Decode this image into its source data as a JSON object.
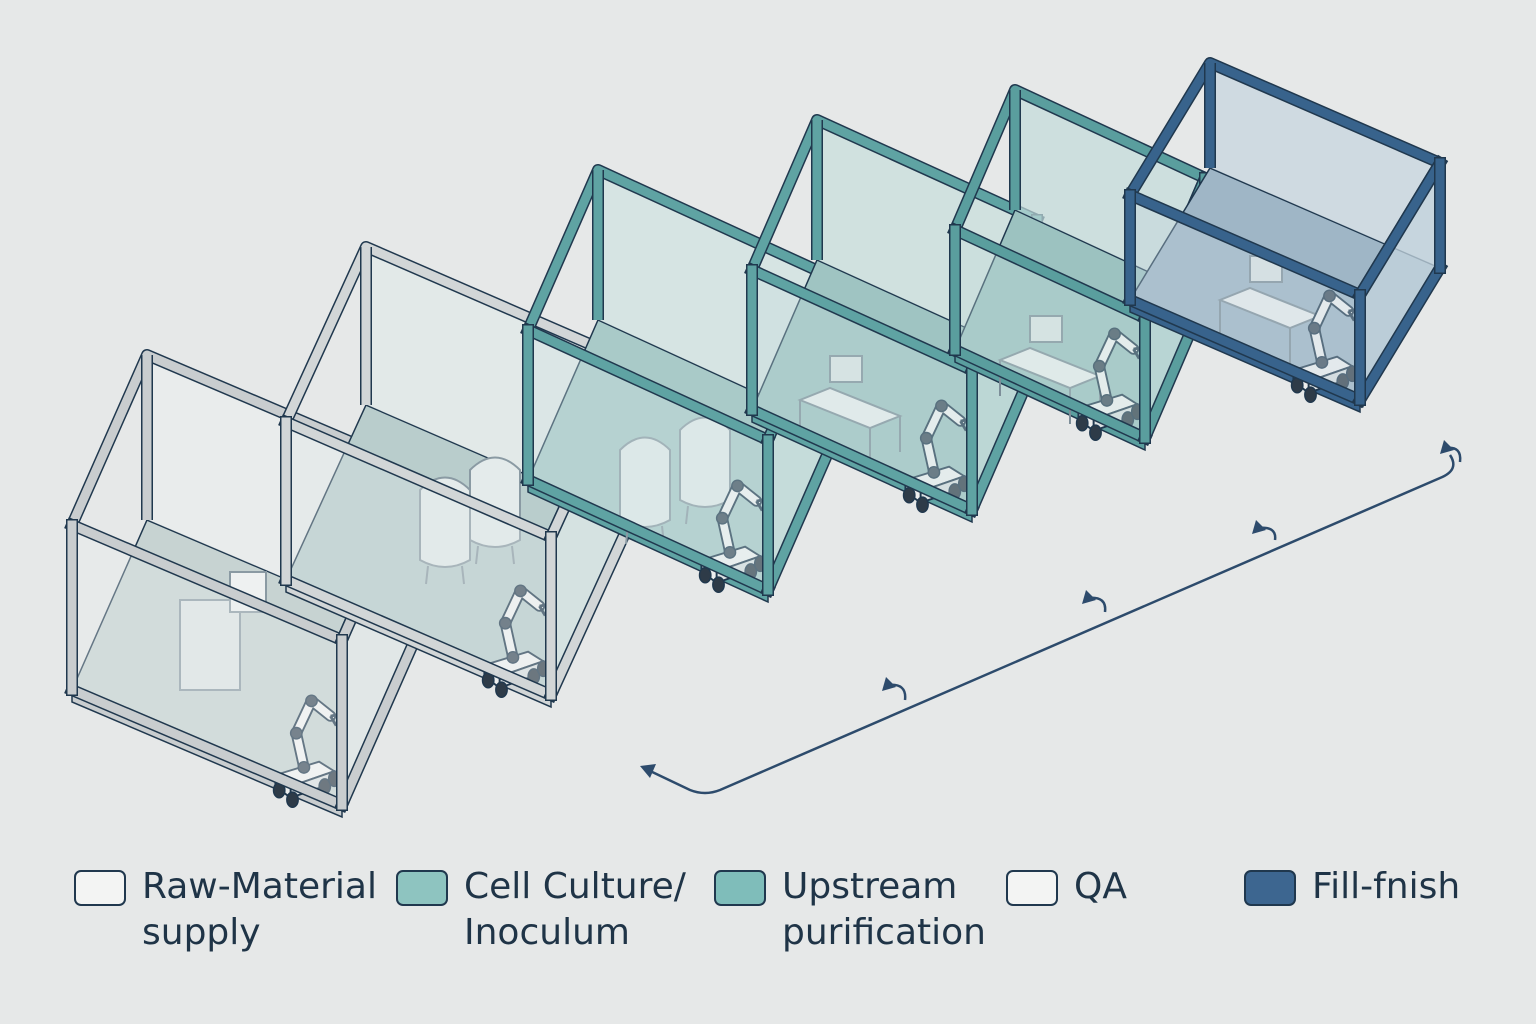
{
  "colors": {
    "background": "#e6e8e8",
    "ink": "#20384e",
    "raw_material": "#f3f4f3",
    "cell_culture": "#8ec4c0",
    "upstream": "#7fbdba",
    "qa": "#f3f4f3",
    "fill_finish": "#3d6690",
    "flow_arrow": "#2d4b6c"
  },
  "modules": [
    {
      "stage": "raw_material",
      "frame": "#c9cdcf",
      "glass": "#e9eeee",
      "floor": "#c7d3d2"
    },
    {
      "stage": "cell_culture",
      "frame": "#d2d6d7",
      "glass": "#dfe9e8",
      "floor": "#b9cdcc"
    },
    {
      "stage": "upstream",
      "frame": "#5fa3a3",
      "glass": "#cfe3e1",
      "floor": "#a9cac8"
    },
    {
      "stage": "upstream_2",
      "frame": "#5fa3a3",
      "glass": "#c6dedc",
      "floor": "#9fc4c2"
    },
    {
      "stage": "qa",
      "frame": "#5a9e9e",
      "glass": "#c2dcda",
      "floor": "#9cc2c0"
    },
    {
      "stage": "fill_finish",
      "frame": "#38638c",
      "glass": "#c4d4de",
      "floor": "#9fb6c6"
    }
  ],
  "legend": [
    {
      "label": "Raw-Material\nsupply",
      "color": "#f3f4f3",
      "icon": "swatch-white"
    },
    {
      "label": "Cell Culture/\nInoculum",
      "color": "#8ec4c0",
      "icon": "swatch-teal"
    },
    {
      "label": "Upstream\npurification",
      "color": "#7fbdba",
      "icon": "swatch-teal"
    },
    {
      "label": "QA",
      "color": "#f3f4f3",
      "icon": "swatch-white"
    },
    {
      "label": "Fill-fnish",
      "color": "#3d6690",
      "icon": "swatch-navy"
    }
  ]
}
